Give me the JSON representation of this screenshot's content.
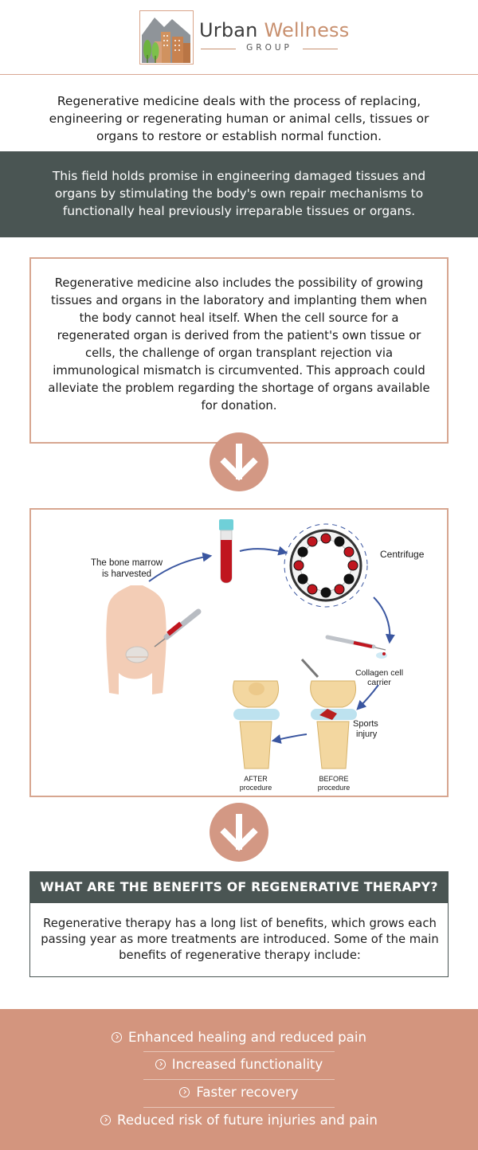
{
  "header": {
    "brand_word1": "Urban",
    "brand_word2": "Wellness",
    "brand_sub": "GROUP"
  },
  "intro": "Regenerative medicine deals with the process of replacing, engineering or regenerating human or animal cells, tissues or organs to restore or establish normal function.",
  "promise": "This field holds promise in engineering damaged tissues and organs by stimulating the body's own repair mechanisms to functionally heal previously irreparable tissues or organs.",
  "lab": "Regenerative medicine also includes the possibility of growing tissues and organs in the laboratory and implanting them when the body cannot heal itself. When the cell source for a regenerated organ is derived from the patient's own tissue or cells, the challenge of organ transplant rejection via immunological mismatch is circumvented. This approach could alleviate the problem regarding the shortage of organs available for donation.",
  "diagram": {
    "label_harvest_1": "The bone marrow",
    "label_harvest_2": "is harvested",
    "label_centrifuge": "Centrifuge",
    "label_collagen_1": "Collagen cell",
    "label_collagen_2": "carrier",
    "label_injury_1": "Sports",
    "label_injury_2": "injury",
    "label_after_1": "AFTER",
    "label_after_2": "procedure",
    "label_before_1": "BEFORE",
    "label_before_2": "procedure"
  },
  "benefits": {
    "heading": "WHAT ARE THE BENEFITS OF REGENERATIVE THERAPY?",
    "body": "Regenerative therapy has a long list of benefits, which grows each passing year as more treatments are introduced. Some of the main benefits of regenerative therapy include:",
    "items": [
      "Enhanced healing and reduced pain",
      "Increased functionality",
      "Faster recovery",
      "Reduced risk of future injuries and pain"
    ]
  },
  "colors": {
    "accent": "#d3957e",
    "dark_band": "#4a5553",
    "border": "#d7a690",
    "diagram_arrow": "#3a56a0",
    "blood": "#c0161f"
  }
}
